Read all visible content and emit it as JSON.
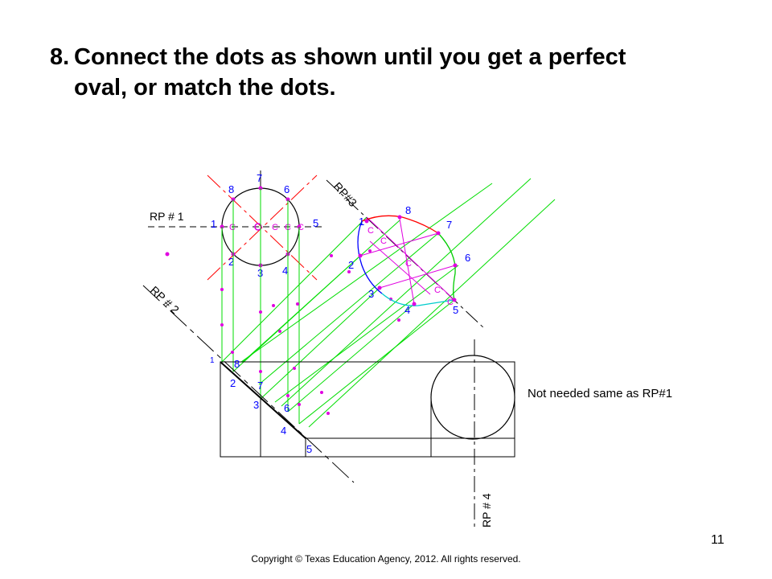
{
  "slide": {
    "number": "8.",
    "title_line1": "Connect the dots as shown until you get a perfect",
    "title_line2": "oval, or match the dots.",
    "page_number": "11",
    "copyright": "Copyright © Texas Education Agency, 2012. All rights reserved."
  },
  "diagram": {
    "labels": {
      "rp1": "RP # 1",
      "rp2": "RP # 2",
      "rp3": "RP#3",
      "rp4": "RP # 4",
      "note": "Not needed same as RP#1",
      "center": "C"
    },
    "circle_points": [
      "1",
      "2",
      "3",
      "4",
      "5",
      "6",
      "7",
      "8"
    ],
    "oval_points": [
      "1",
      "2",
      "3",
      "4",
      "5",
      "6",
      "7",
      "8"
    ],
    "edge_points": [
      "1",
      "2",
      "3",
      "4",
      "5",
      "6",
      "7",
      "8"
    ],
    "colors": {
      "line": "#000000",
      "projection": "#00dd00",
      "marker": "#e000e0",
      "construction": "#ff0000",
      "circle": "#0000ff",
      "label": "#0000ff",
      "oval_top": "#ff0000",
      "oval_right": "#00cc00",
      "oval_left": "#0000ff",
      "oval_bottom": "#00cccc"
    }
  }
}
